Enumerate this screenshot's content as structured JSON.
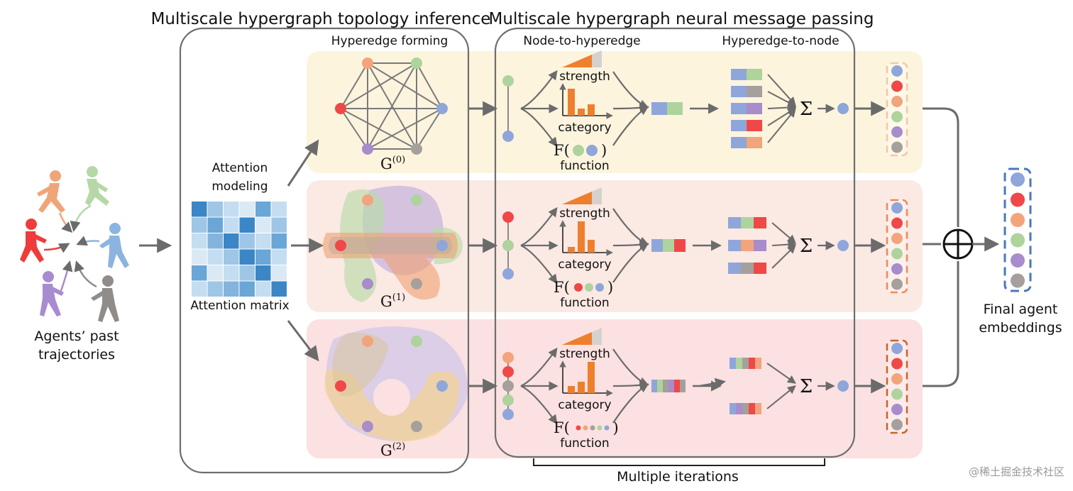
{
  "titles": {
    "topology": "Multiscale hypergraph topology inference",
    "message_passing": "Multiscale hypergraph neural message passing"
  },
  "subtitles": {
    "hyperedge_forming": "Hyperedge forming",
    "node_to_hyperedge": "Node-to-hyperedge",
    "hyperedge_to_node": "Hyperedge-to-node"
  },
  "left": {
    "caption_line1": "Agents’ past",
    "caption_line2": "trajectories"
  },
  "attention": {
    "modeling_line1": "Attention",
    "modeling_line2": "modeling",
    "matrix_label": "Attention matrix"
  },
  "graphs": [
    {
      "label": "G",
      "sup": "(0)"
    },
    {
      "label": "G",
      "sup": "(1)"
    },
    {
      "label": "G",
      "sup": "(2)"
    }
  ],
  "features": {
    "strength": "strength",
    "category": "category",
    "function_symbol": "F",
    "function_word": "function"
  },
  "sigma": "Σ",
  "iterations_label": "Multiple iterations",
  "output": {
    "caption_line1": "Final agent",
    "caption_line2": "embeddings"
  },
  "watermark": "@稀土掘金技术社区",
  "colors": {
    "blue": "#8fa6da",
    "red": "#f04848",
    "orange": "#f2a47c",
    "green": "#aed39c",
    "purple": "#a88ccc",
    "gray": "#a5a09c",
    "bar_orange": "#ee7f2e",
    "band0": "#fdf4de",
    "band1": "#fbe9e4",
    "band2": "#fbe1e1",
    "matrix_dark": "#3b86c6",
    "matrix_light": "#dbe9f5"
  }
}
